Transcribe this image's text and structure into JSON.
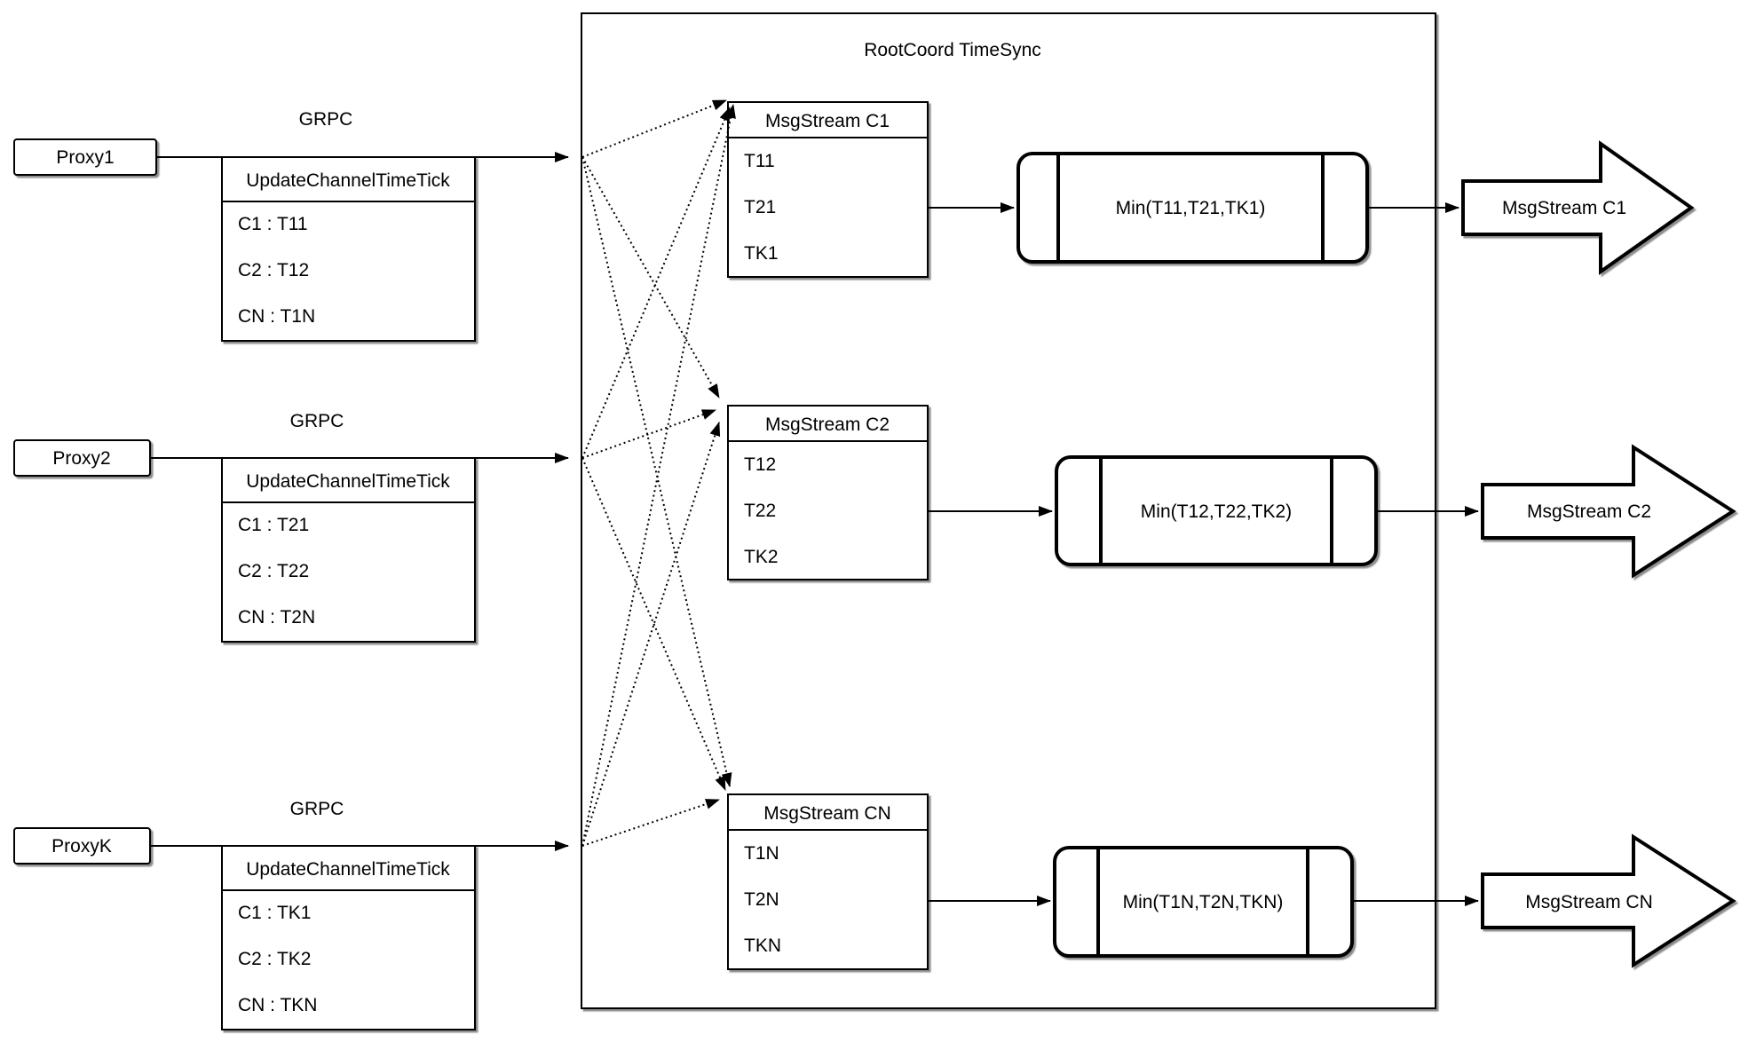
{
  "diagram": {
    "title": "RootCoord TimeSync",
    "colors": {
      "stroke": "#000000",
      "background": "#ffffff"
    }
  },
  "rows": [
    {
      "proxy_label": "Proxy1",
      "grpc_label": "GRPC",
      "update_table": {
        "header": "UpdateChannelTimeTick",
        "rows": [
          "C1 : T11",
          "C2 : T12",
          "CN : T1N"
        ]
      },
      "msgstream_table": {
        "header": "MsgStream C1",
        "rows": [
          "T11",
          "T21",
          "TK1"
        ]
      },
      "min_label": "Min(T11,T21,TK1)",
      "output_label": "MsgStream C1"
    },
    {
      "proxy_label": "Proxy2",
      "grpc_label": "GRPC",
      "update_table": {
        "header": "UpdateChannelTimeTick",
        "rows": [
          "C1 : T21",
          "C2 : T22",
          "CN : T2N"
        ]
      },
      "msgstream_table": {
        "header": "MsgStream C2",
        "rows": [
          "T12",
          "T22",
          "TK2"
        ]
      },
      "min_label": "Min(T12,T22,TK2)",
      "output_label": "MsgStream C2"
    },
    {
      "proxy_label": "ProxyK",
      "grpc_label": "GRPC",
      "update_table": {
        "header": "UpdateChannelTimeTick",
        "rows": [
          "C1 : TK1",
          "C2 : TK2",
          "CN : TKN"
        ]
      },
      "msgstream_table": {
        "header": "MsgStream CN",
        "rows": [
          "T1N",
          "T2N",
          "TKN"
        ]
      },
      "min_label": "Min(T1N,T2N,TKN)",
      "output_label": "MsgStream CN"
    }
  ]
}
